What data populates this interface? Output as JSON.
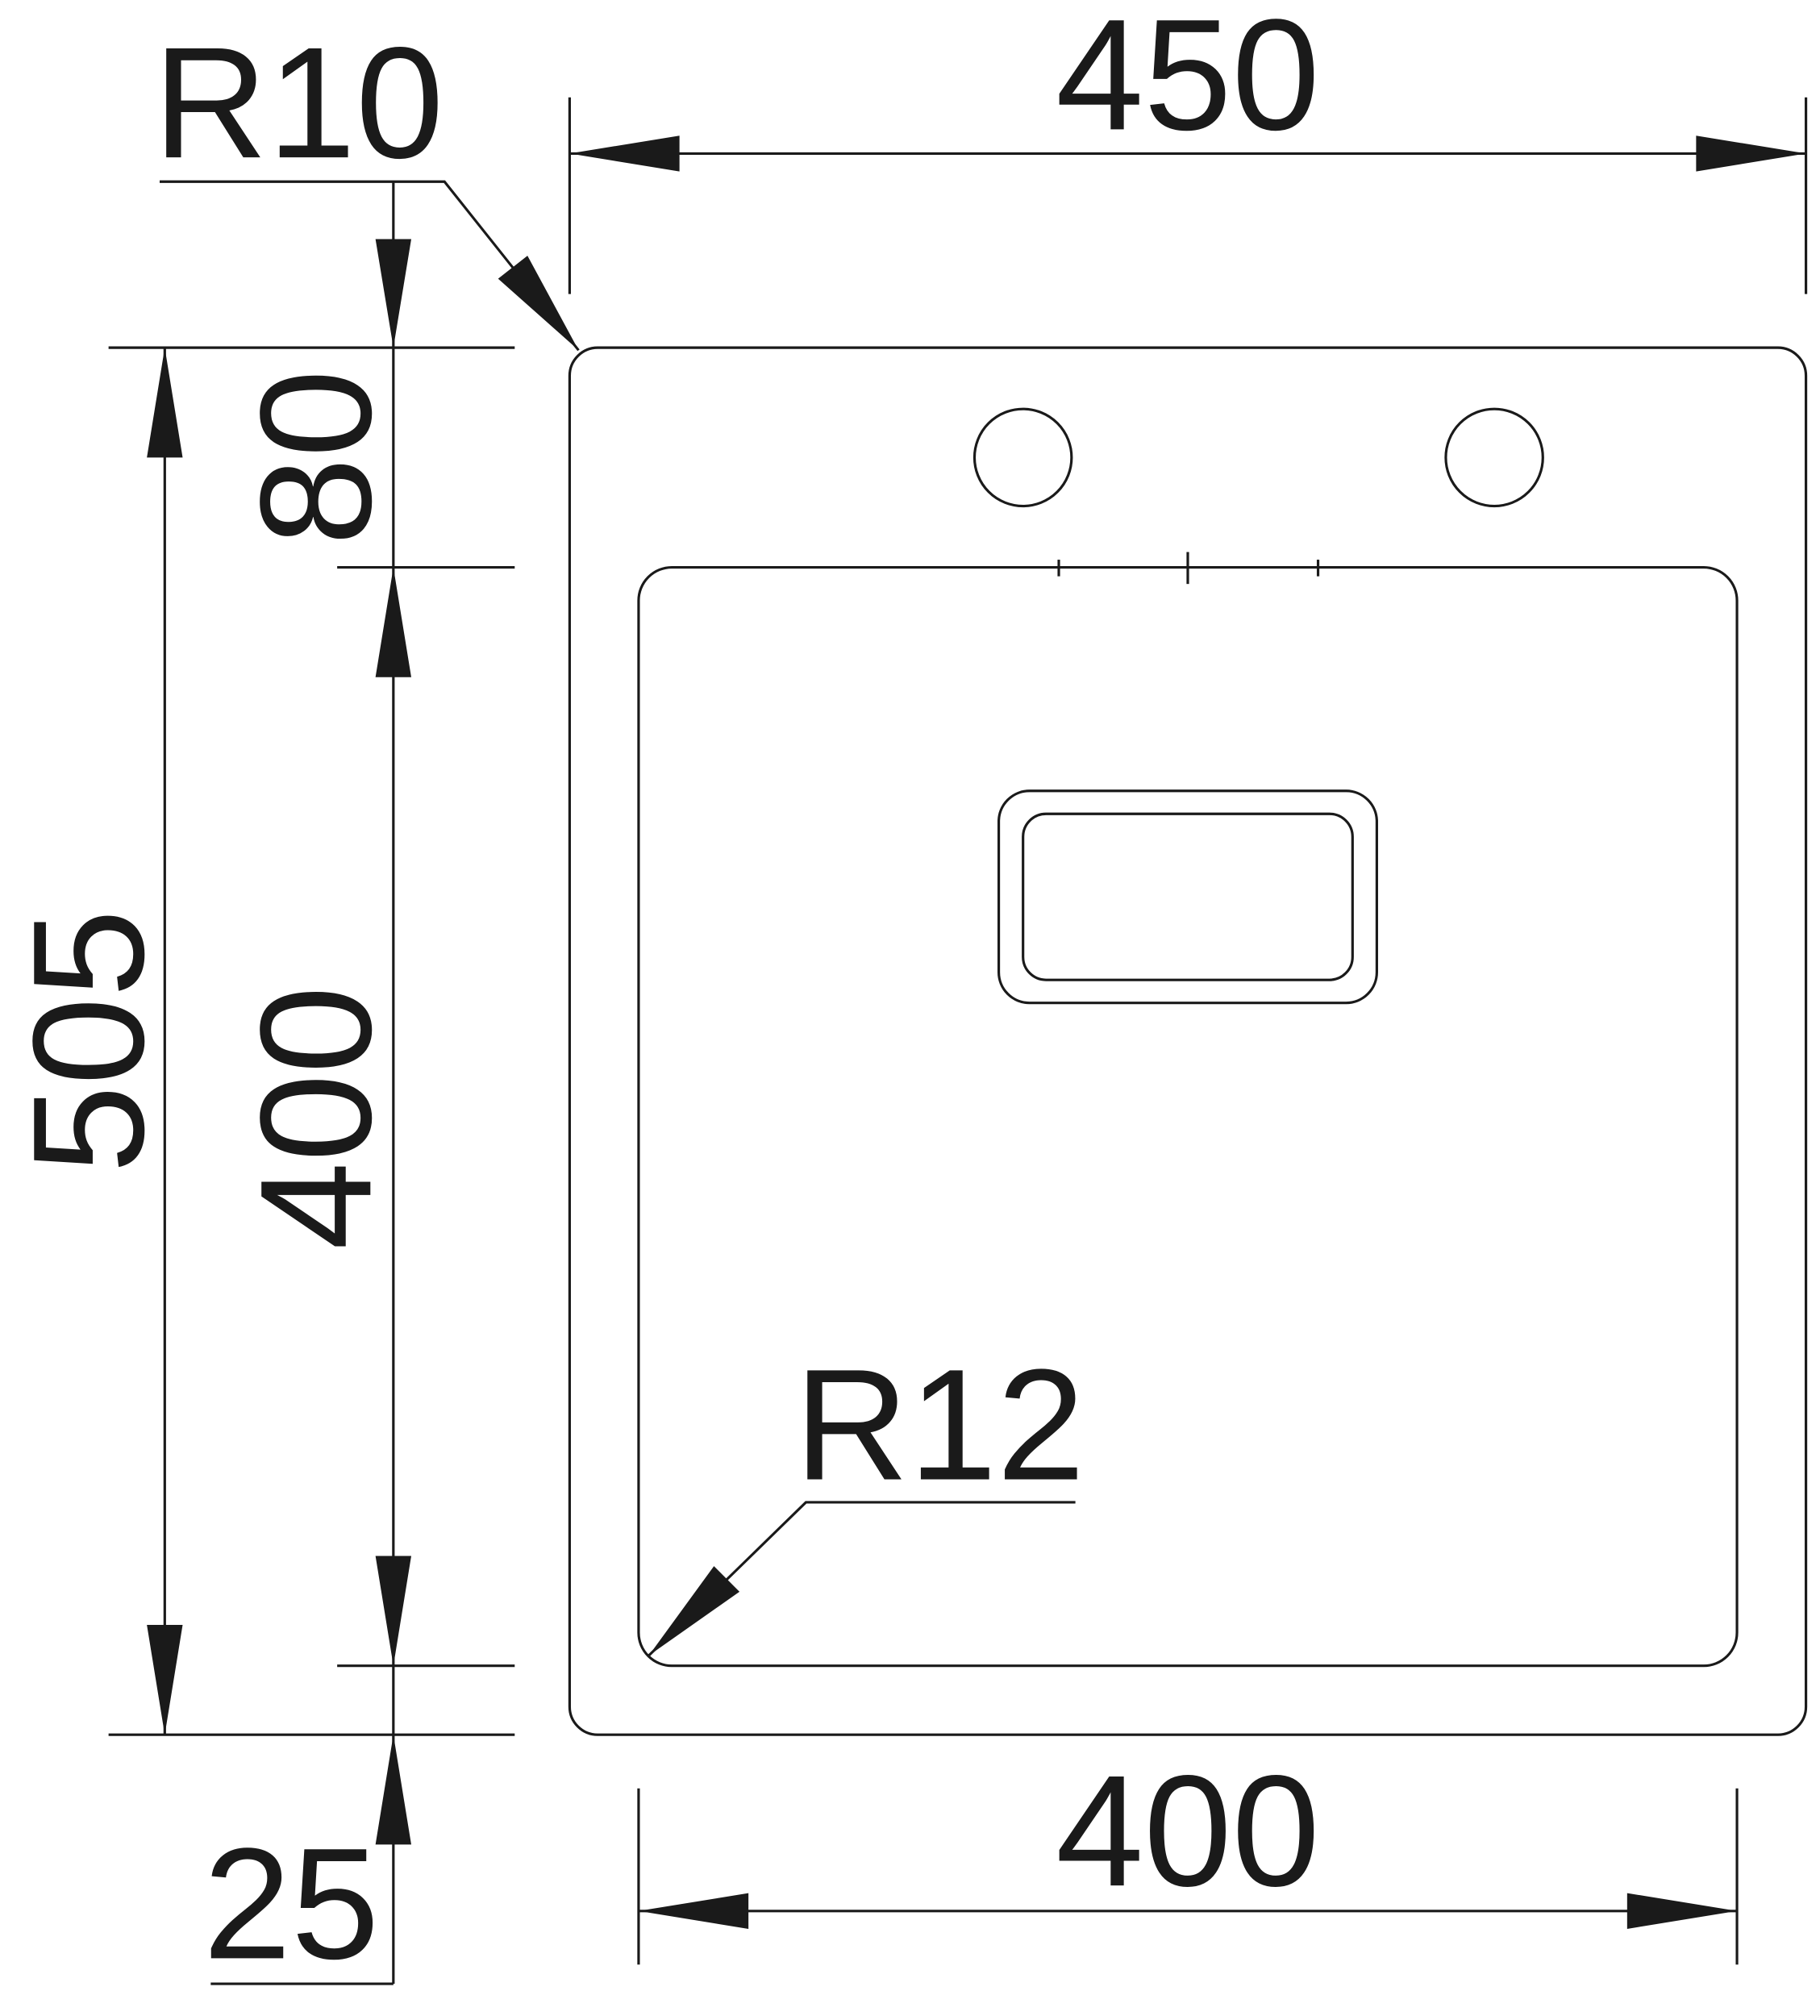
{
  "drawing": {
    "labels": {
      "width_top": "450",
      "width_bottom": "400",
      "height_total": "505",
      "height_top_offset": "80",
      "height_bowl": "400",
      "bottom_offset": "25",
      "radius_outer": "R10",
      "radius_bowl": "R12"
    },
    "line_color": "#1a1a1a"
  }
}
